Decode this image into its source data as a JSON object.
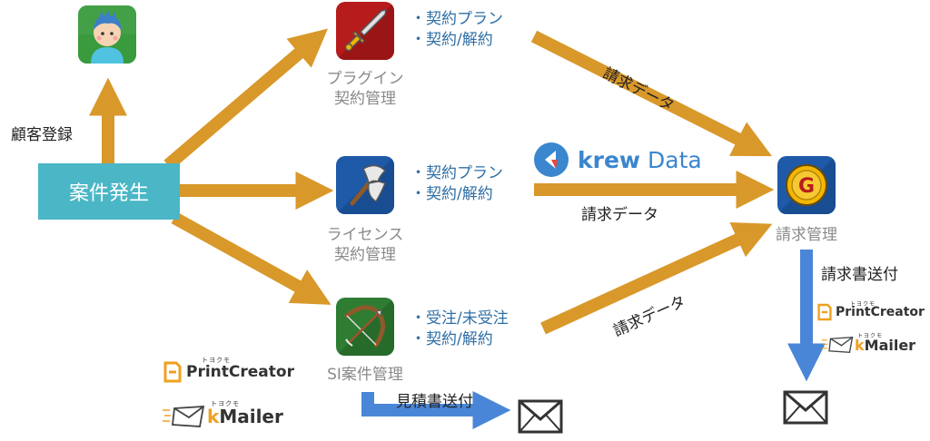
{
  "nodes": {
    "start": "案件発生",
    "customer_registration": "顧客登録",
    "plugin": {
      "line1": "プラグイン",
      "line2": "契約管理"
    },
    "license": {
      "line1": "ライセンス",
      "line2": "契約管理"
    },
    "si": "SI案件管理",
    "billing": "請求管理"
  },
  "bullets": {
    "plugin": [
      "・契約プラン",
      "・契約/解約"
    ],
    "license": [
      "・契約プラン",
      "・契約/解約"
    ],
    "si": [
      "・受注/未受注",
      "・契約/解約"
    ]
  },
  "arrow_labels": {
    "plugin_billing": "請求データ",
    "license_billing": "請求データ",
    "si_billing": "請求データ",
    "invoice_send": "請求書送付",
    "estimate_send": "見積書送付"
  },
  "logos": {
    "krew": {
      "brand": "krew",
      "product": "Data"
    },
    "print_creator": {
      "ruby": "トヨクモ",
      "name": "PrintCreator"
    },
    "kmailer": {
      "ruby": "トヨクモ",
      "k": "k",
      "rest": "Mailer"
    }
  },
  "colors": {
    "orange_arrow": "#d9982a",
    "blue_arrow": "#4a86d8",
    "start_box": "#4ab6c6"
  }
}
